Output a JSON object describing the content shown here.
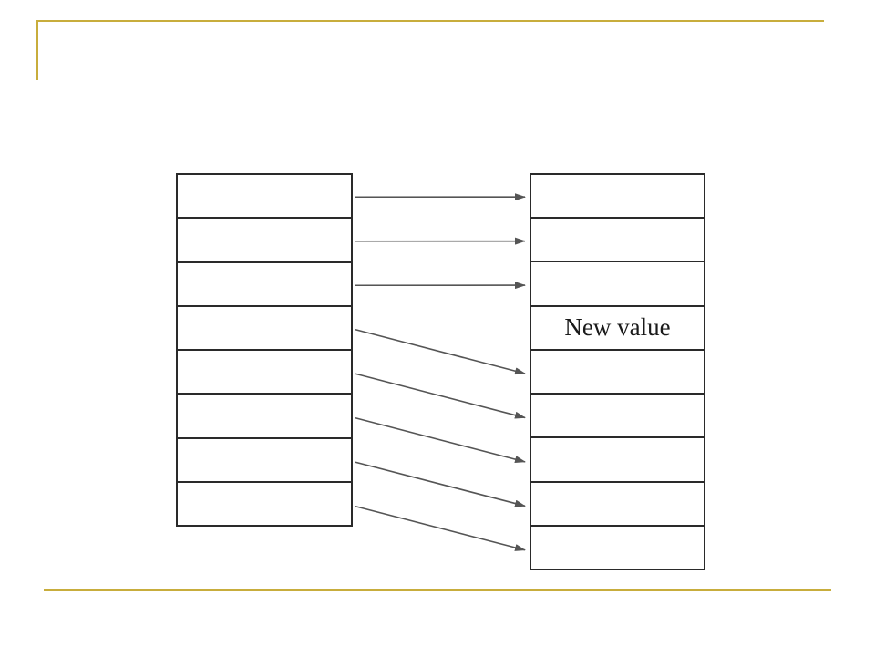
{
  "diagram": {
    "left_array": {
      "cell_count": 8,
      "cells": [
        "",
        "",
        "",
        "",
        "",
        "",
        "",
        ""
      ]
    },
    "right_array": {
      "cell_count": 9,
      "cells": [
        "",
        "",
        "",
        "New value",
        "",
        "",
        "",
        "",
        ""
      ]
    },
    "arrows": [
      {
        "from": 0,
        "to": 0
      },
      {
        "from": 1,
        "to": 1
      },
      {
        "from": 2,
        "to": 2
      },
      {
        "from": 3,
        "to": 4
      },
      {
        "from": 4,
        "to": 5
      },
      {
        "from": 5,
        "to": 6
      },
      {
        "from": 6,
        "to": 7
      },
      {
        "from": 7,
        "to": 8
      }
    ],
    "colors": {
      "accent": "#c8ad3c",
      "border": "#2a2a2a",
      "arrow": "#555555"
    }
  }
}
